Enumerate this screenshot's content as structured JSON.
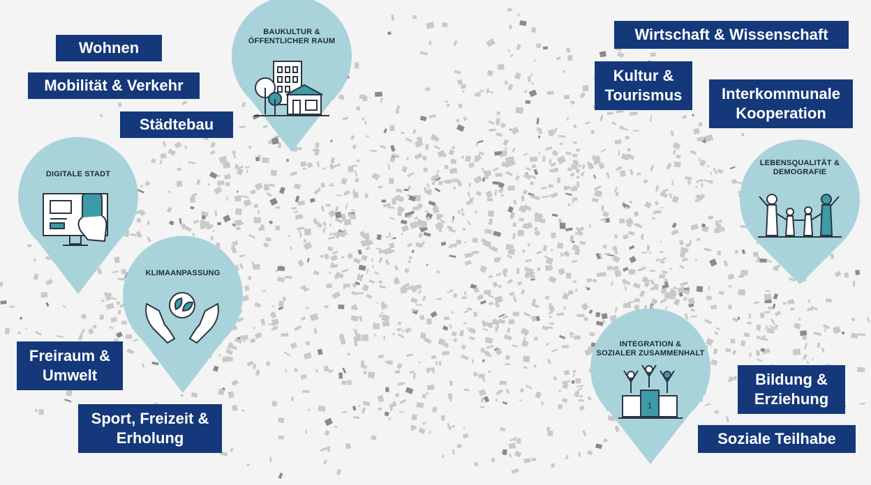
{
  "colors": {
    "label_bg": "#14387a",
    "label_text": "#ffffff",
    "pin_fill": "#a9d3da",
    "icon_stroke": "#2c3440",
    "icon_accent": "#3d9aa8",
    "map_bg": "#f4f4f4",
    "building": "#c9c9c9",
    "building_dark": "#8a8a8a"
  },
  "labels": {
    "wohnen": "Wohnen",
    "mobilitaet": "Mobilität & Verkehr",
    "staedtebau": "Städtebau",
    "wirtschaft": "Wirtschaft & Wissenschaft",
    "kultur": "Kultur &\nTourismus",
    "interkommunale": "Interkommunale\nKooperation",
    "freiraum": "Freiraum &\nUmwelt",
    "sport": "Sport, Freizeit &\nErholung",
    "bildung": "Bildung &\nErziehung",
    "soziale": "Soziale Teilhabe"
  },
  "pins": {
    "baukultur": {
      "title": "BAUKULTUR &\nÖFFENTLICHER RAUM",
      "icon": "buildings-trees-icon"
    },
    "digitale": {
      "title": "DIGITALE STADT",
      "icon": "monitor-smartphone-icon"
    },
    "klima": {
      "title": "KLIMAANPASSUNG",
      "icon": "hands-leaves-icon"
    },
    "lebensqualitaet": {
      "title": "LEBENSQUALITÄT &\nDEMOGRAFIE",
      "icon": "family-icon"
    },
    "integration": {
      "title": "INTEGRATION &\nSOZIALER ZUSAMMENHALT",
      "icon": "podium-people-icon",
      "podium_number": "1"
    }
  }
}
